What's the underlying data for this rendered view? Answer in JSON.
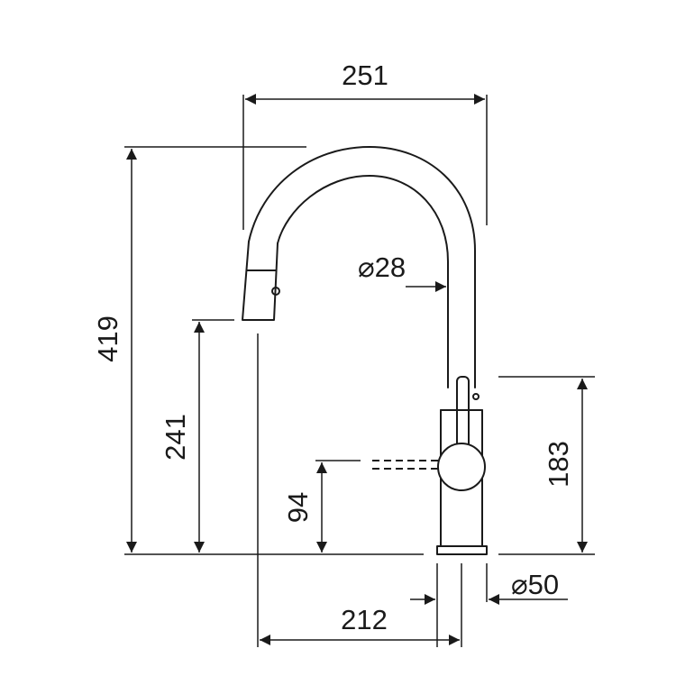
{
  "diagram": {
    "subject": "pull-out kitchen faucet dimension drawing",
    "dimensions": {
      "spout_reach": "251",
      "total_height": "419",
      "spout_outlet_height": "241",
      "handle_axis_height": "94",
      "body_height": "183",
      "spout_tube_diameter": "⌀28",
      "base_diameter": "⌀50",
      "outlet_to_base": "212"
    },
    "colors": {
      "line": "#1a1a1a",
      "background": "#ffffff"
    }
  }
}
